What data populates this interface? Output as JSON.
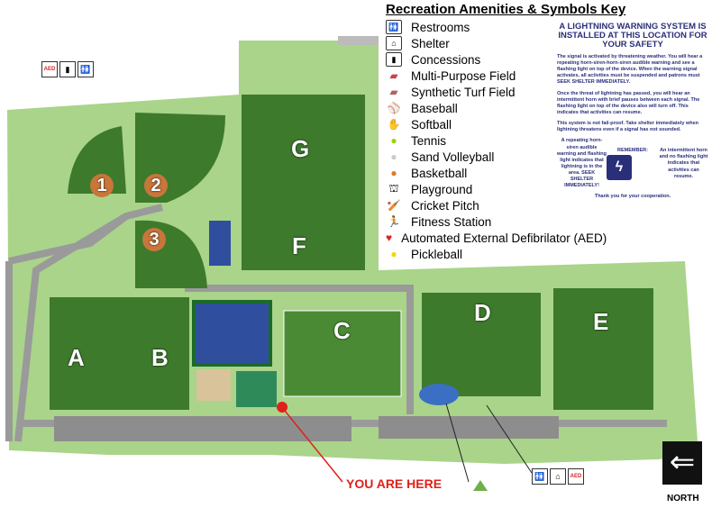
{
  "legend": {
    "title": "Recreation Amenities & Symbols Key",
    "items": [
      {
        "label": "Restrooms",
        "icon": "restroom-icon",
        "glyph": "🚻"
      },
      {
        "label": "Shelter",
        "icon": "shelter-icon",
        "glyph": "⌂"
      },
      {
        "label": "Concessions",
        "icon": "concessions-icon",
        "glyph": "▮"
      },
      {
        "label": "Multi-Purpose Field",
        "icon": "multi-purpose-field-icon",
        "glyph": "▰"
      },
      {
        "label": "Synthetic Turf Field",
        "icon": "synthetic-turf-icon",
        "glyph": "▰"
      },
      {
        "label": "Baseball",
        "icon": "baseball-icon",
        "glyph": "⚾"
      },
      {
        "label": "Softball",
        "icon": "softball-glove-icon",
        "glyph": "✋"
      },
      {
        "label": "Tennis",
        "icon": "tennis-ball-icon",
        "glyph": "●"
      },
      {
        "label": "Sand Volleyball",
        "icon": "volleyball-icon",
        "glyph": "●"
      },
      {
        "label": "Basketball",
        "icon": "basketball-icon",
        "glyph": "●"
      },
      {
        "label": "Playground",
        "icon": "playground-icon",
        "glyph": "⛫"
      },
      {
        "label": "Cricket Pitch",
        "icon": "cricket-icon",
        "glyph": "🏏"
      },
      {
        "label": "Fitness Station",
        "icon": "fitness-icon",
        "glyph": "🏃"
      },
      {
        "label": "Automated External Defibrilator (AED)",
        "icon": "aed-icon",
        "glyph": "♥"
      },
      {
        "label": "Pickleball",
        "icon": "pickleball-icon",
        "glyph": "●"
      }
    ]
  },
  "warning": {
    "title": "A LIGHTNING WARNING SYSTEM IS INSTALLED AT THIS LOCATION FOR YOUR SAFETY",
    "p1": "The signal is activated by threatening weather. You will hear a repeating horn-siren-horn-siren audible warning and see a flashing light on top of the device. When the warning signal activates, all activities must be suspended and patrons must SEEK SHELTER IMMEDIATELY.",
    "p2": "Once the threat of lightning has passed, you will hear an intermittent horn with brief pauses between each signal. The flashing light on top of the device also will turn off. This indicates that activities can resume.",
    "p3": "This system is not fail-proof. Take shelter immediately when lightning threatens even if a signal has not sounded.",
    "remember": "REMEMBER:",
    "left": "A repeating horn-siren audible warning and flashing light indicates that lightning is in the area. SEEK SHELTER IMMEDIATELY!",
    "right": "An intermittent horn and no flashing light indicates that activities can resume.",
    "thanks": "Thank you for your cooperation."
  },
  "fields": {
    "A": "A",
    "B": "B",
    "C": "C",
    "D": "D",
    "E": "E",
    "F": "F",
    "G": "G",
    "d1": "1",
    "d2": "2",
    "d3": "3"
  },
  "aed_label": "AED",
  "you_are_here": "YOU ARE HERE",
  "north": "NORTH",
  "colors": {
    "grass": "#a9d48a",
    "field": "#3d7a2c",
    "road": "#9a9a9a",
    "tennis": "#2f4f9e",
    "water": "#3a6fc4",
    "marker": "#e0201b"
  }
}
